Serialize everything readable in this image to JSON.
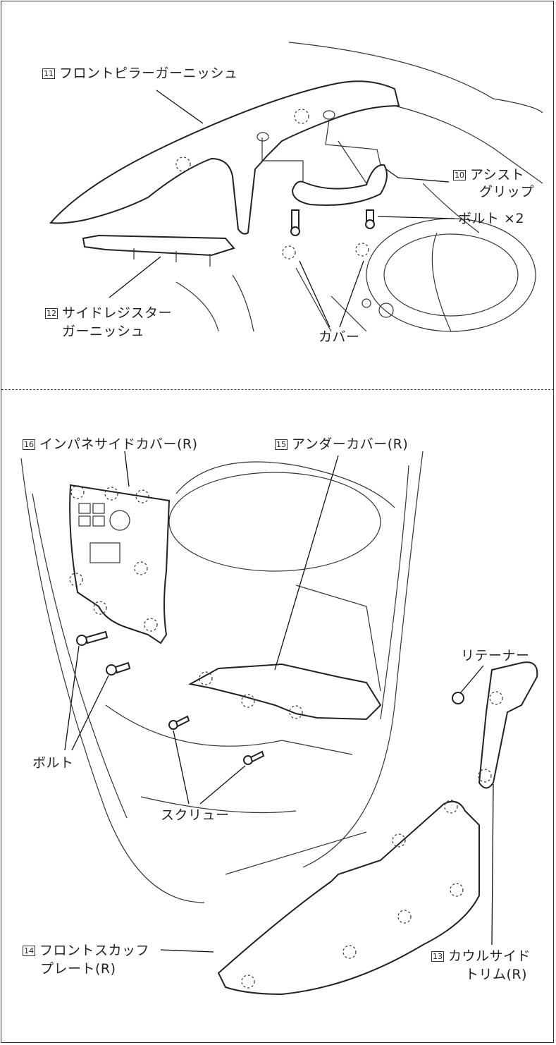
{
  "top_section": {
    "labels": [
      {
        "number": "11",
        "text": "フロントピラーガーニッシュ"
      },
      {
        "number": "10",
        "text": "アシスト",
        "text2": "グリップ"
      },
      {
        "text": "ボルト ×2"
      },
      {
        "number": "12",
        "text": "サイドレジスター",
        "text2": "ガーニッシュ"
      },
      {
        "text": "カバー"
      }
    ]
  },
  "bottom_section": {
    "labels": [
      {
        "number": "16",
        "text": "インパネサイドカバー(R)"
      },
      {
        "number": "15",
        "text": "アンダーカバー(R)"
      },
      {
        "text": "リテーナー"
      },
      {
        "text": "ボルト"
      },
      {
        "text": "スクリュー"
      },
      {
        "number": "13",
        "text": "カウルサイド",
        "text2": "トリム(R)"
      },
      {
        "number": "14",
        "text": "フロントスカッフ",
        "text2": "プレート(R)"
      }
    ]
  }
}
